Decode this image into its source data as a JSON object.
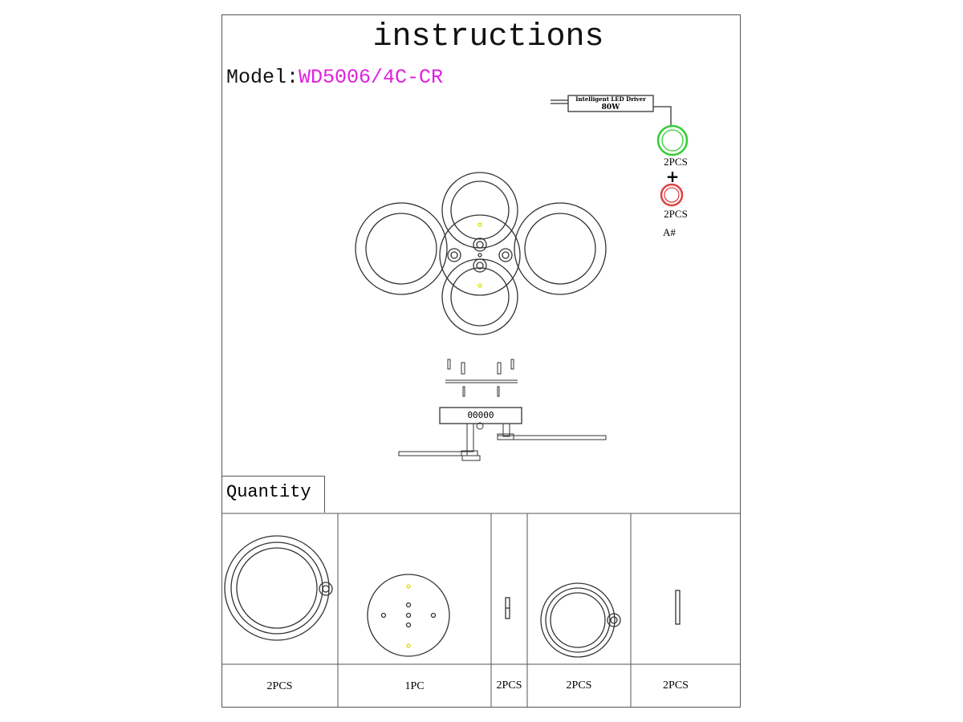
{
  "title": "instructions",
  "model": {
    "label": "Model:",
    "value": "WD5006/4C-CR",
    "value_color": "#e020e0"
  },
  "driver": {
    "name": "Intelligent LED Driver",
    "power": "80W"
  },
  "ring_a": {
    "qty": "2PCS",
    "color": "#33cc33"
  },
  "plus": "+",
  "ring_b": {
    "qty": "2PCS",
    "color": "#dd4444"
  },
  "group": "A#",
  "base_display": "00000",
  "quantity": {
    "heading": "Quantity",
    "items": [
      {
        "part": "large-ring",
        "qty": "2PCS"
      },
      {
        "part": "ceiling-base",
        "qty": "1PC"
      },
      {
        "part": "connector-rod",
        "qty": "2PCS"
      },
      {
        "part": "small-ring",
        "qty": "2PCS"
      },
      {
        "part": "long-rod",
        "qty": "2PCS"
      }
    ]
  }
}
